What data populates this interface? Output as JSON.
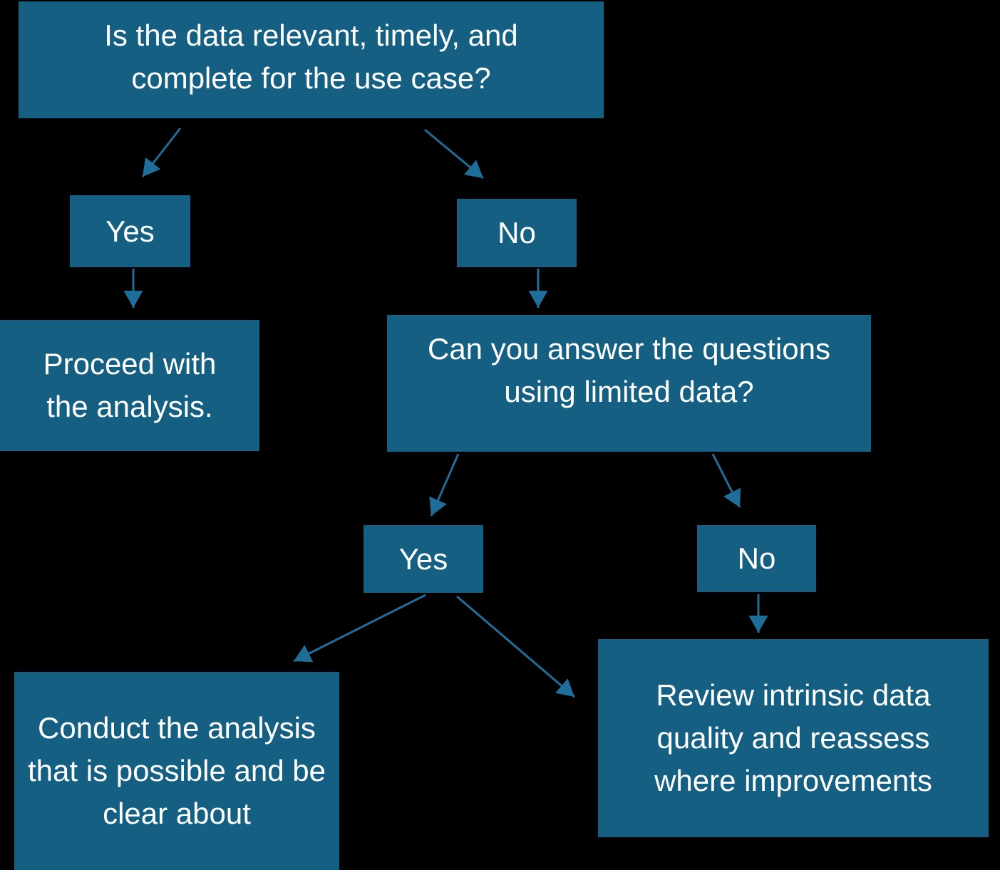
{
  "colors": {
    "background": "#000000",
    "node_fill": "#156082",
    "arrow": "#1f6e99",
    "text": "#ffffff"
  },
  "flowchart": {
    "root_question": {
      "text": "Is the data relevant, timely, and\ncomplete for the use case?"
    },
    "branch1_yes": {
      "label": "Yes"
    },
    "branch1_no": {
      "label": "No"
    },
    "proceed": {
      "text": "Proceed with\nthe analysis."
    },
    "question2": {
      "text": "Can you answer the questions\nusing limited data?"
    },
    "branch2_yes": {
      "label": "Yes"
    },
    "branch2_no": {
      "label": "No"
    },
    "conduct": {
      "text": "Conduct the analysis\nthat is possible and be\nclear about"
    },
    "review": {
      "text": "Review intrinsic data\nquality and reassess\nwhere improvements"
    }
  },
  "edges": [
    {
      "from": "root_question",
      "to": "branch1_yes"
    },
    {
      "from": "root_question",
      "to": "branch1_no"
    },
    {
      "from": "branch1_yes",
      "to": "proceed"
    },
    {
      "from": "branch1_no",
      "to": "question2"
    },
    {
      "from": "question2",
      "to": "branch2_yes"
    },
    {
      "from": "question2",
      "to": "branch2_no"
    },
    {
      "from": "branch2_yes",
      "to": "conduct"
    },
    {
      "from": "branch2_yes",
      "to": "review"
    },
    {
      "from": "branch2_no",
      "to": "review"
    }
  ]
}
